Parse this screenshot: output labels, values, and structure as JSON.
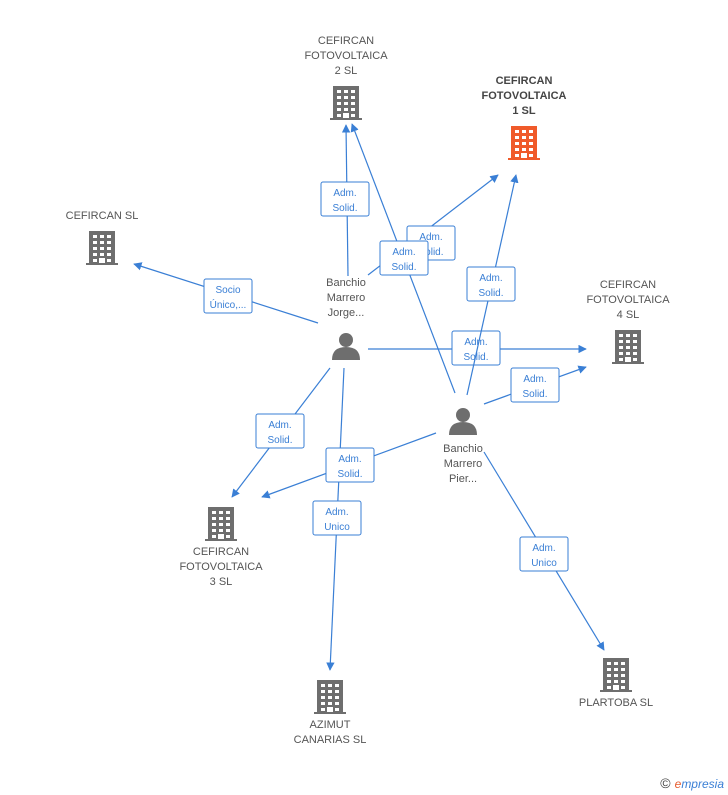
{
  "colors": {
    "company": "#6e6e6e",
    "highlight": "#f05a2a",
    "person": "#6e6e6e",
    "edge": "#3a7fd5"
  },
  "nodes": [
    {
      "id": "c2",
      "kind": "company",
      "lines": [
        "CEFIRCAN",
        "FOTOVOLTAICA",
        "2 SL"
      ]
    },
    {
      "id": "c1",
      "kind": "company",
      "highlight": true,
      "lines": [
        "CEFIRCAN",
        "FOTOVOLTAICA",
        "1 SL"
      ]
    },
    {
      "id": "csl",
      "kind": "company",
      "lines": [
        "CEFIRCAN SL"
      ]
    },
    {
      "id": "c4",
      "kind": "company",
      "lines": [
        "CEFIRCAN",
        "FOTOVOLTAICA",
        "4 SL"
      ]
    },
    {
      "id": "c3",
      "kind": "company",
      "lines": [
        "CEFIRCAN",
        "FOTOVOLTAICA",
        "3 SL"
      ]
    },
    {
      "id": "az",
      "kind": "company",
      "lines": [
        "AZIMUT",
        "CANARIAS SL"
      ]
    },
    {
      "id": "pl",
      "kind": "company",
      "lines": [
        "PLARTOBA SL"
      ]
    },
    {
      "id": "pj",
      "kind": "person",
      "lines": [
        "Banchio",
        "Marrero",
        "Jorge..."
      ]
    },
    {
      "id": "pp",
      "kind": "person",
      "lines": [
        "Banchio",
        "Marrero",
        "Pier..."
      ]
    }
  ],
  "edges": [
    {
      "from": "pj",
      "to": "c2",
      "lines": [
        "Adm.",
        "Solid."
      ]
    },
    {
      "from": "pj",
      "to": "c1",
      "lines": [
        "Adm.",
        "Solid."
      ]
    },
    {
      "from": "pj",
      "to": "csl",
      "lines": [
        "Socio",
        "Único,..."
      ]
    },
    {
      "from": "pj",
      "to": "c4",
      "lines": [
        "Adm.",
        "Solid."
      ]
    },
    {
      "from": "pj",
      "to": "c3",
      "lines": [
        "Adm.",
        "Solid."
      ]
    },
    {
      "from": "pj",
      "to": "az",
      "lines": [
        "Adm.",
        "Unico"
      ]
    },
    {
      "from": "pp",
      "to": "c2",
      "lines": [
        "Adm.",
        "Solid."
      ]
    },
    {
      "from": "pp",
      "to": "c1",
      "lines": [
        "Adm.",
        "Solid."
      ]
    },
    {
      "from": "pp",
      "to": "c4",
      "lines": [
        "Adm.",
        "Solid."
      ]
    },
    {
      "from": "pp",
      "to": "c3",
      "lines": [
        "Adm.",
        "Solid."
      ]
    },
    {
      "from": "pp",
      "to": "pl",
      "lines": [
        "Adm.",
        "Unico"
      ]
    }
  ],
  "footer": {
    "copyright": "©",
    "brand_first": "e",
    "brand_rest": "mpresia"
  }
}
